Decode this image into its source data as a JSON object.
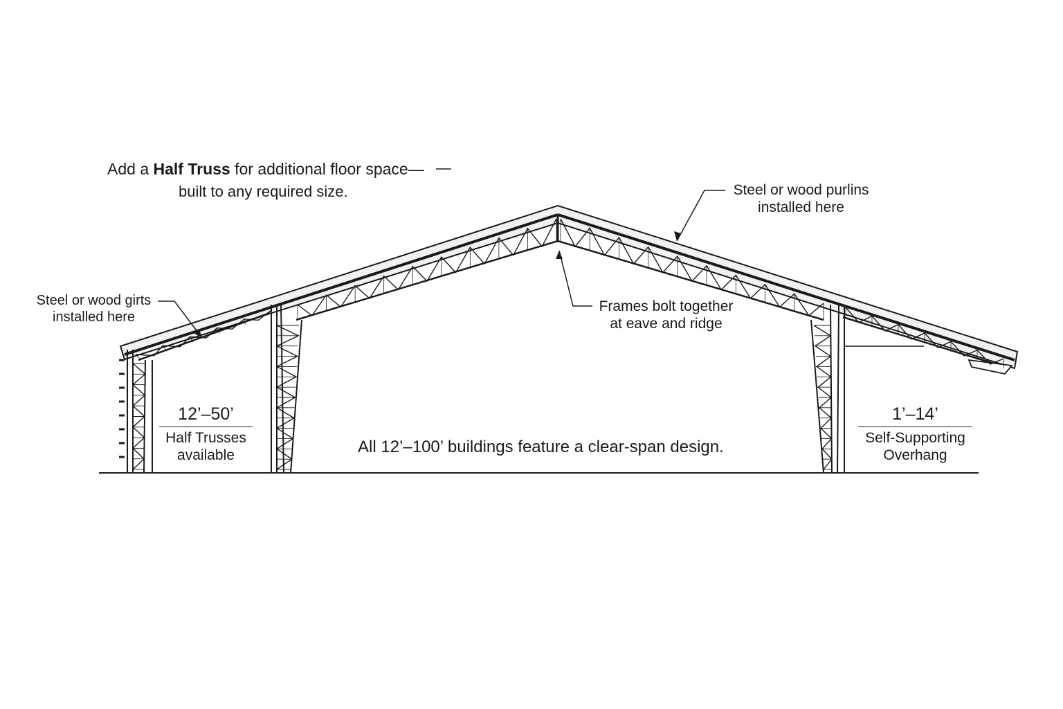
{
  "colors": {
    "ink": "#1a1a1a",
    "roof_fill": "#f1f1f1",
    "background": "#ffffff"
  },
  "callouts": {
    "half_truss": {
      "prefix": "Add  a",
      "emphasis": "Half Truss",
      "suffix": "for additional floor space—",
      "line2": "built to any required size."
    },
    "purlins": {
      "line1": "Steel or wood purlins",
      "line2": "installed here"
    },
    "girts": {
      "line1": "Steel or wood girts",
      "line2": "installed here"
    },
    "frames": {
      "line1": "Frames bolt together",
      "line2": "at eave and ridge"
    }
  },
  "dimensions": {
    "half_truss": {
      "value": "12’–50’",
      "line1": "Half Trusses",
      "line2": "available"
    },
    "overhang": {
      "value": "1’–14’",
      "line1": "Self-Supporting",
      "line2": "Overhang"
    }
  },
  "caption": "All 12’–100’ buildings feature a clear-span design."
}
